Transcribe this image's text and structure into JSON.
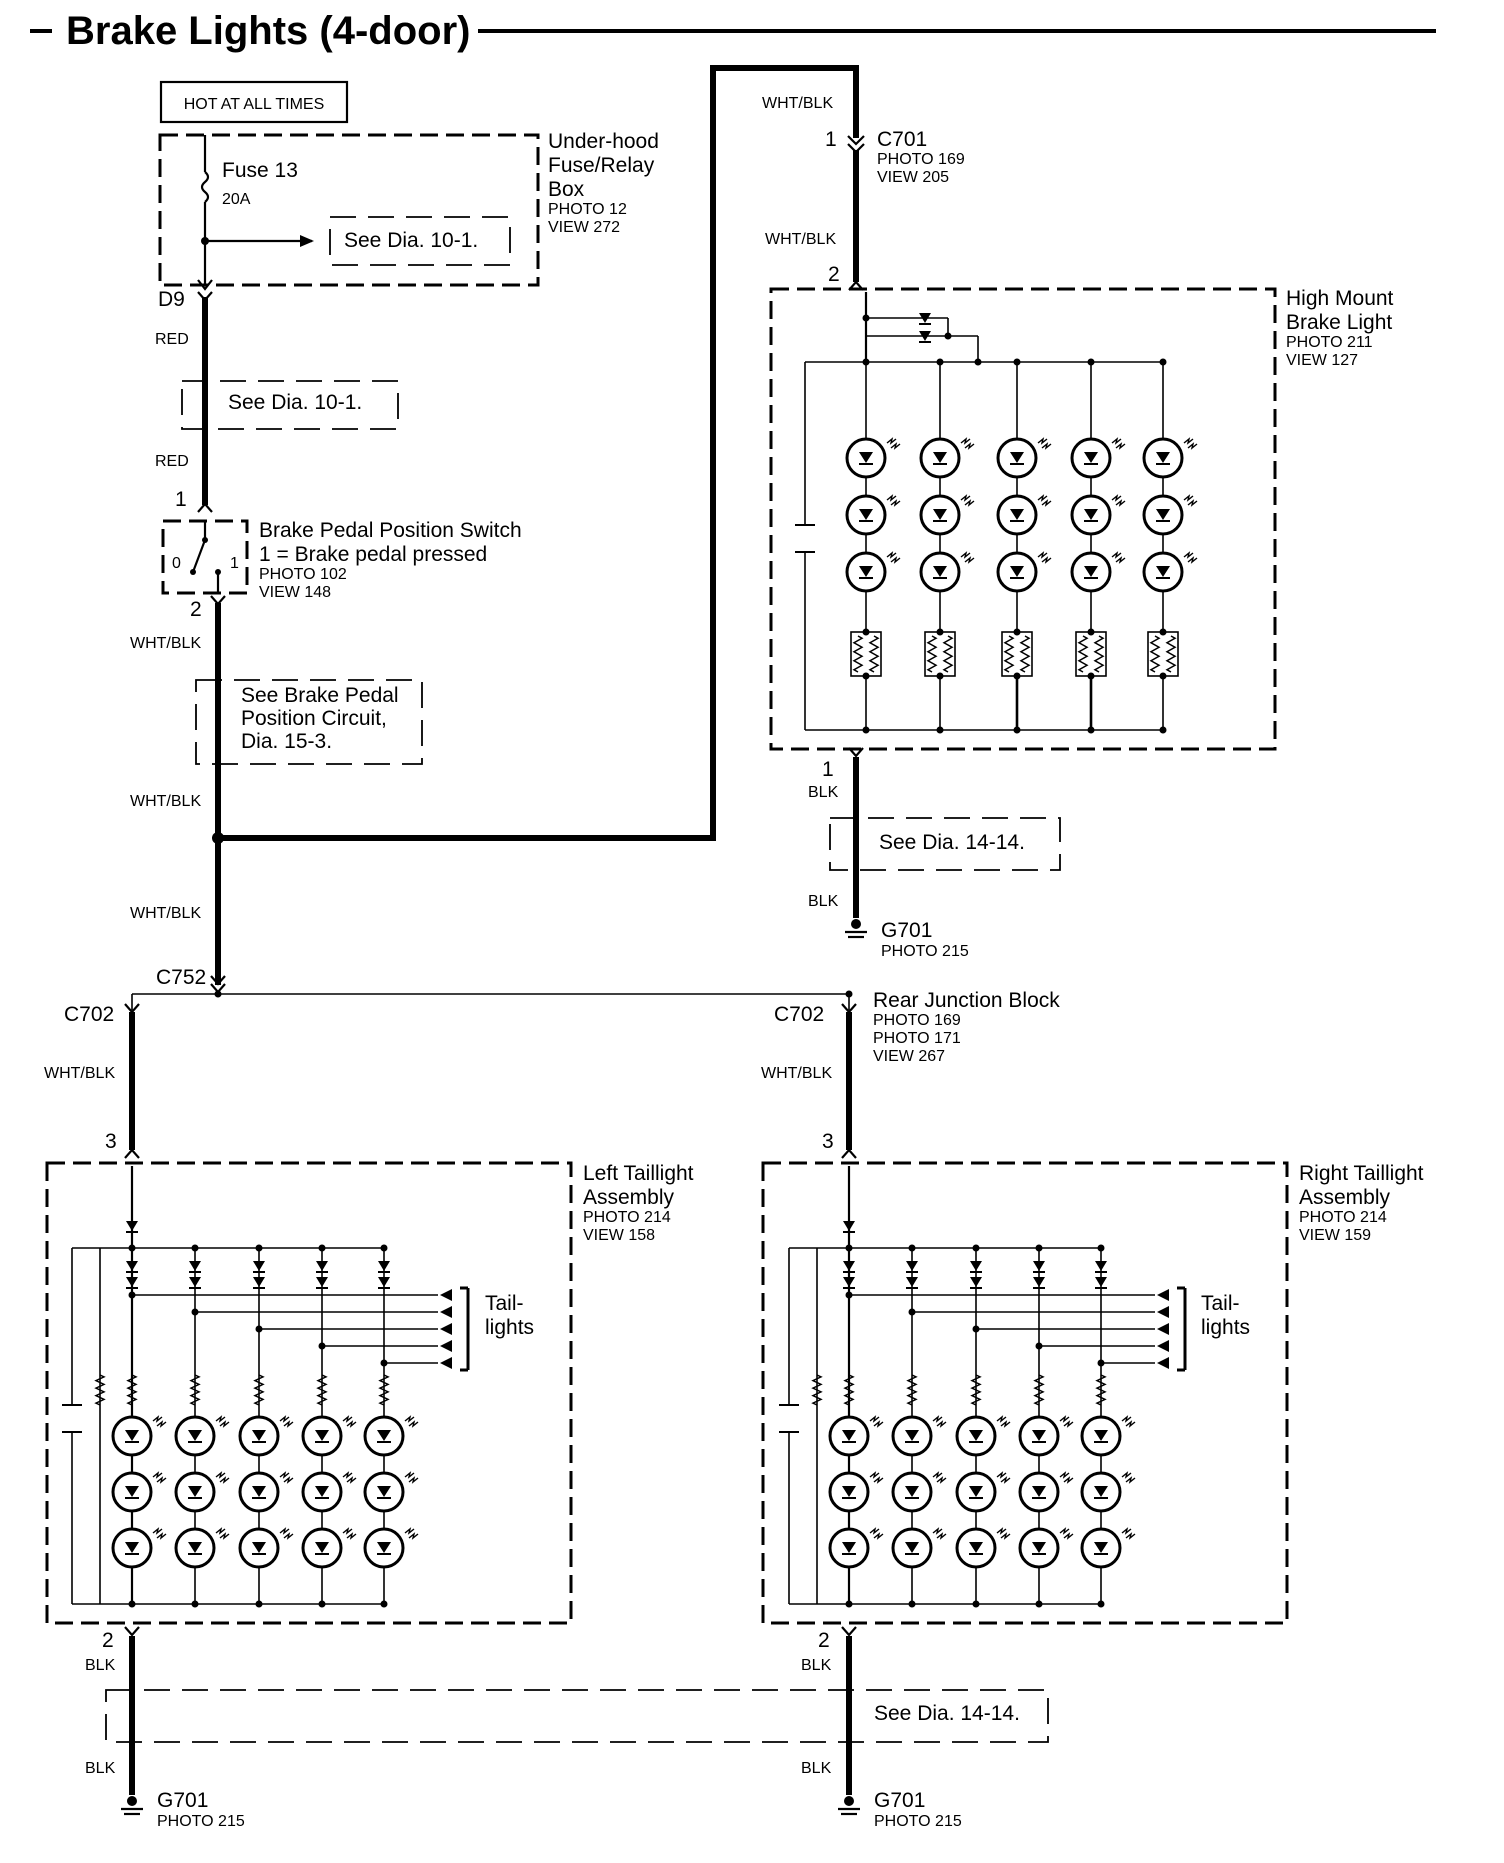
{
  "title": "Brake Lights (4-door)",
  "hot_label": "HOT AT ALL TIMES",
  "fuse_box": {
    "name_lines": [
      "Under-hood",
      "Fuse/Relay",
      "Box"
    ],
    "photo": "PHOTO 12",
    "view": "VIEW 272",
    "fuse_name": "Fuse 13",
    "fuse_rating": "20A",
    "see_ref": "See Dia. 10-1."
  },
  "connector_d9": "D9",
  "red_wire": "RED",
  "see_ref_101": "See Dia. 10-1.",
  "switch": {
    "pin1": "1",
    "pin2": "2",
    "pos0": "0",
    "pos1": "1",
    "name": "Brake Pedal Position Switch",
    "state": "1 = Brake pedal pressed",
    "photo": "PHOTO 102",
    "view": "VIEW 148"
  },
  "wht_blk": "WHT/BLK",
  "see_bpp_lines": [
    "See Brake Pedal",
    "Position  Circuit,",
    "Dia. 15-3."
  ],
  "c701": {
    "pin": "1",
    "name": "C701",
    "photo": "PHOTO 169",
    "view": "VIEW 205"
  },
  "high_mount": {
    "pin_in": "2",
    "pin_out": "1",
    "name_lines": [
      "High Mount",
      "Brake Light"
    ],
    "photo": "PHOTO 211",
    "view": "VIEW 127"
  },
  "blk": "BLK",
  "see_ref_1414": "See Dia. 14-14.",
  "g701": {
    "name": "G701",
    "photo": "PHOTO 215"
  },
  "c752": "C752",
  "c702": "C702",
  "rear_junction": {
    "name": "Rear Junction Block",
    "photos": [
      "PHOTO 169",
      "PHOTO 171"
    ],
    "view": "VIEW 267"
  },
  "left_taillight": {
    "pin_in": "3",
    "pin_out": "2",
    "name_lines": [
      "Left Taillight",
      "Assembly"
    ],
    "photo": "PHOTO 214",
    "view": "VIEW 158"
  },
  "right_taillight": {
    "pin_in": "3",
    "pin_out": "2",
    "name_lines": [
      "Right Taillight",
      "Assembly"
    ],
    "photo": "PHOTO 214",
    "view": "VIEW 159"
  },
  "taillights_lines": [
    "Tail-",
    "lights"
  ]
}
